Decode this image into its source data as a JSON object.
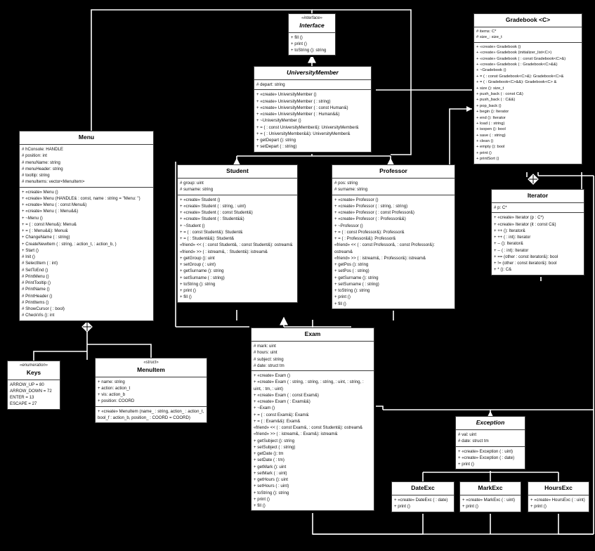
{
  "diagram": {
    "title": "UML Class Diagram",
    "background": "#000000",
    "box_fill": "#ffffff",
    "line_color": "#ffffff",
    "border_color": "#3a3a3a"
  },
  "classes": {
    "interface": {
      "stereotype": "«interface»",
      "name": "Interface",
      "italic": true,
      "attributes": [],
      "operations": [
        "+ fill ()",
        "+ print ()",
        "+ toString (): string"
      ]
    },
    "university_member": {
      "stereotype": "",
      "name": "UniversityMember",
      "italic": true,
      "attributes": [
        "# depart: string"
      ],
      "operations": [
        "+ «create» UniversityMember ()",
        "+ «create» UniversityMember ( : string)",
        "+ «create» UniversityMember ( : const Human&)",
        "+ «create» UniversityMember ( : Human&&)",
        "+ ~UniversityMember ()",
        "+ = ( : const UniversityMember&): UniversityMember&",
        "+ = ( : UniversityMember&&): UniversityMember&",
        "+ getDepart (): string",
        "+ setDepart ( : string)"
      ]
    },
    "gradebook": {
      "stereotype": "",
      "name": "Gradebook <C>",
      "italic": false,
      "attributes": [
        "# items: C*",
        "# size_: size_t"
      ],
      "operations": [
        "+ «create» Gradebook ()",
        "+ «create» Gradebook (initializer_list<C>)",
        "+ «create» Gradebook ( : const Gradebook<C>&)",
        "+ «create» Gradebook ( : Gradebook<C>&&)",
        "+ ~Gradebook ()",
        "+ = ( : const Gradebook<C>&): Gradebook<C>&",
        "+ = ( : Gradebook<C>&&): Gradebook<C> &",
        "+ size (): size_t",
        "+ push_back ( : const C&)",
        "+ push_back ( : C&&)",
        "+ pop_back ()",
        "+ begin (): Iterator",
        "+ end (): Iterator",
        "+ load ( : string)",
        "+ isopen (): bool",
        "+ save ( : string)",
        "+ clean ()",
        "+ empty (): bool",
        "+ print ()",
        "+ printSort ()"
      ]
    },
    "iterator": {
      "stereotype": "",
      "name": "Iterator",
      "italic": false,
      "attributes": [
        "# p: C*"
      ],
      "operations": [
        "+ «create» Iterator (p : C*)",
        "+ «create» Iterator (it : const C&)",
        "+ ++ (): Iterator&",
        "+ ++ ( : int): Iterator",
        "+ -- (): Iterator&",
        "+ -- ( : int): Iterator",
        "+ == (other : const iterator&): bool",
        "+ != (other : const iterator&): bool",
        "+ * (): C&"
      ]
    },
    "menu": {
      "stereotype": "",
      "name": "Menu",
      "italic": false,
      "attributes": [
        "# hConsole: HANDLE",
        "# position: int",
        "# menuName: string",
        "# menuHeader: string",
        "# tooltip: string",
        "# menuItems: vector<MenuItem>"
      ],
      "operations": [
        "+ «create» Menu ()",
        "+ «create» Menu (HANDLE& : const, name : string = \"Menu: \")",
        "+ «create» Menu ( : const Menu&)",
        "+ «create» Menu ( : Menu&&)",
        "+ ~Menu ()",
        "+ = ( : const Menu&): Menu&",
        "+ = ( : Menu&&): Menu&",
        "+ ChangeName ( : string)",
        "+ CreateNewItem ( : string,  : action_t,  : action_b, )",
        "+ Start ()",
        "# Init ()",
        "# SelectItem ( : int)",
        "# SetToEnd ()",
        "# PrintMenu ()",
        "# PrintTooltip ()",
        "# PrintName ()",
        "# PrintHeader ()",
        "# PrintItems ()",
        "# ShowCursor ( : bool)",
        "# CheckVis (): int"
      ]
    },
    "student": {
      "stereotype": "",
      "name": "Student",
      "italic": false,
      "attributes": [
        "# group: uint",
        "# surname: string"
      ],
      "operations": [
        "+ «create» Student ()",
        "+ «create» Student ( : string,  : uint)",
        "+ «create» Student ( : const Student&)",
        "+ «create» Student ( : Student&&)",
        "+ ~Student ()",
        "+ = ( : const Student&): Student&",
        "+ = ( : Student&&): Student&",
        "«friend» << ( : const Student&,  : const Student&): ostream&",
        "«friend» >> ( : istream&,  : Student&): istream&",
        "+ getGroup (): uint",
        "+ setGroup ( : uint)",
        "+ getSurname (): string",
        "+ setSurname ( : string)",
        "+ toString (): string",
        "+ print ()",
        "+ fill ()"
      ]
    },
    "professor": {
      "stereotype": "",
      "name": "Professor",
      "italic": false,
      "attributes": [
        "# pos: string",
        "# surname: string"
      ],
      "operations": [
        "+ «create»  Professor ()",
        "+ «create» Professor ( : string,  : string)",
        "+ «create» Professor ( : const Professor&)",
        "+ «create» Professor ( : Professor&&)",
        "+ ~Professor ()",
        "+ = ( : const Professor&): Professor&",
        "+ = ( : Professor&&): Professor&",
        "«friend» << ( : const Professor&,  : const Professor&): ostream&",
        "«friend» >> ( : istream&,  : Professor&): istream&",
        "+ getPos (): string",
        "+ setPos ( : string)",
        "+ getSurname (): string",
        "+ setSurname ( : string)",
        "+ toString (): string",
        "+ print ()",
        "+ fill ()"
      ]
    },
    "exam": {
      "stereotype": "",
      "name": "Exam",
      "italic": false,
      "attributes": [
        "# mark: uint",
        "# hours: uint",
        "# subject: string",
        "# date: struct tm"
      ],
      "operations": [
        "+ «create» Exam ()",
        "+ «create» Exam ( : string,  : string,  : string,  : uint,  : string,  : uint,  : tm,  : uint)",
        "+ «create» Exam ( : const Exam&)",
        "+ «create» Exam ( : Exam&&)",
        "+ ~Exam ()",
        "+ = ( : const Exam&): Exam&",
        "+ = ( : Exam&&): Exam&",
        "«friend» << ( : const Exam&,  : const Student&): ostream&",
        "«friend» >> ( : istream&,  : Exam&): istream&",
        "+ getSubject (): string",
        "+ setSubject ( : string)",
        "+ getDate (): tm",
        "+ setDate ( : tm)",
        "+ getMark (): uint",
        "+ setMark ( : uint)",
        "+ getHours (): uint",
        "+ setHours ( : uint)",
        "+ toString (): string",
        "+ print ()",
        "+ fill ()"
      ]
    },
    "keys": {
      "stereotype": "«enumeration»",
      "name": "Keys",
      "italic": false,
      "attributes": [
        "ARROW_UP = 80",
        "ARROW_DOWN = 72",
        "ENTER = 13",
        "ESCAPE = 27"
      ],
      "operations": []
    },
    "menuitem": {
      "stereotype": "«struct»",
      "name": "MenuItem",
      "italic": false,
      "attributes": [
        "+ name: string",
        "+ action: action_t",
        "+ vis: action_b",
        "+ position: COORD"
      ],
      "operations": [
        "+ «create» MenuItem (name_ : string, action_ : action_t, bool_f : action_b, position_ : COORD = COORD)"
      ]
    },
    "exception": {
      "stereotype": "",
      "name": "Exception",
      "italic": true,
      "attributes": [
        "# val: uint",
        "# date: struct tm"
      ],
      "operations": [
        "+ «create» Exception ( : uint)",
        "+ «create» Exception ( : date)",
        "+ print ()"
      ]
    },
    "dateexc": {
      "stereotype": "",
      "name": "DateExc",
      "italic": false,
      "attributes": [],
      "operations": [
        "+ «create» DateExc ( : date)",
        "+ print ()"
      ]
    },
    "markexc": {
      "stereotype": "",
      "name": "MarkExc",
      "italic": false,
      "attributes": [],
      "operations": [
        "+ «create» MarkExc ( : uint)",
        "+ print ()"
      ]
    },
    "hoursexc": {
      "stereotype": "",
      "name": "HoursExc",
      "italic": false,
      "attributes": [],
      "operations": [
        "+ «create» HoursExc ( : uint)",
        "+ print ()"
      ]
    }
  },
  "relationships": [
    {
      "from": "UniversityMember",
      "to": "Interface",
      "type": "realization"
    },
    {
      "from": "Student",
      "to": "UniversityMember",
      "type": "generalization"
    },
    {
      "from": "Professor",
      "to": "UniversityMember",
      "type": "generalization"
    },
    {
      "from": "Exam",
      "to": "Interface",
      "type": "realization"
    },
    {
      "from": "Gradebook",
      "to": "Iterator",
      "type": "association"
    },
    {
      "from": "Menu",
      "to": "MenuItem",
      "type": "composition"
    },
    {
      "from": "Menu",
      "to": "Keys",
      "type": "association"
    },
    {
      "from": "DateExc",
      "to": "Exception",
      "type": "generalization"
    },
    {
      "from": "MarkExc",
      "to": "Exception",
      "type": "generalization"
    },
    {
      "from": "HoursExc",
      "to": "Exception",
      "type": "generalization"
    },
    {
      "from": "Gradebook",
      "to": "Student",
      "type": "association"
    },
    {
      "from": "Gradebook",
      "to": "Professor",
      "type": "association"
    }
  ]
}
